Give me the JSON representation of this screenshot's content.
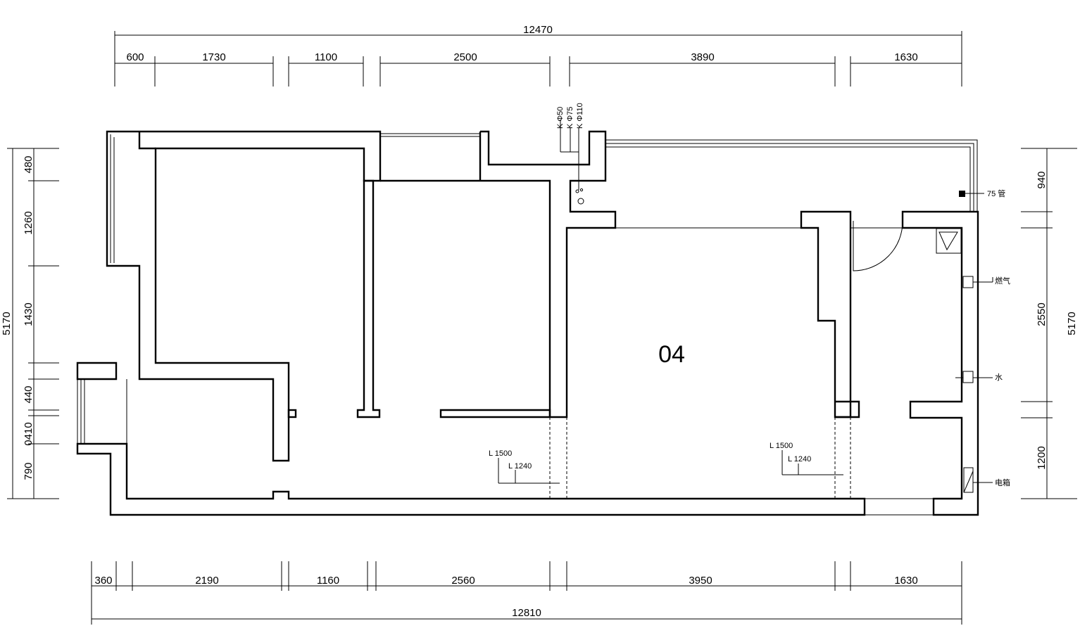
{
  "plan": {
    "room_label": "04",
    "top_overall": "12470",
    "top_dims": [
      "600",
      "1730",
      "1100",
      "2500",
      "3890",
      "1630"
    ],
    "bottom_overall": "12810",
    "bottom_dims": [
      "360",
      "2190",
      "1160",
      "2560",
      "3950",
      "1630"
    ],
    "left_overall": "5170",
    "left_dims": [
      "480",
      "1260",
      "1430",
      "440",
      "0410",
      "790"
    ],
    "right_overall": "5170",
    "right_dims": [
      "940",
      "2550",
      "1200"
    ],
    "pipe_labels": [
      "K Φ50",
      "K Φ75",
      "K Φ110"
    ],
    "fixture_note": "75 管",
    "gas_label": "燃气",
    "water_label": "水",
    "meter_label": "电箱",
    "notes_left": [
      "L 1500",
      "L 1240"
    ],
    "notes_right": [
      "L 1500",
      "L 1240"
    ]
  }
}
